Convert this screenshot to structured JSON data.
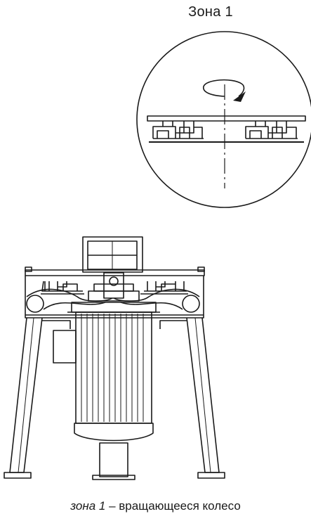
{
  "zone_label": "Зона 1",
  "caption": {
    "italic_part": "зона 1",
    "rest": " – вращающееся колесо"
  },
  "colors": {
    "line": "#1a1a1a",
    "background": "#ffffff"
  }
}
